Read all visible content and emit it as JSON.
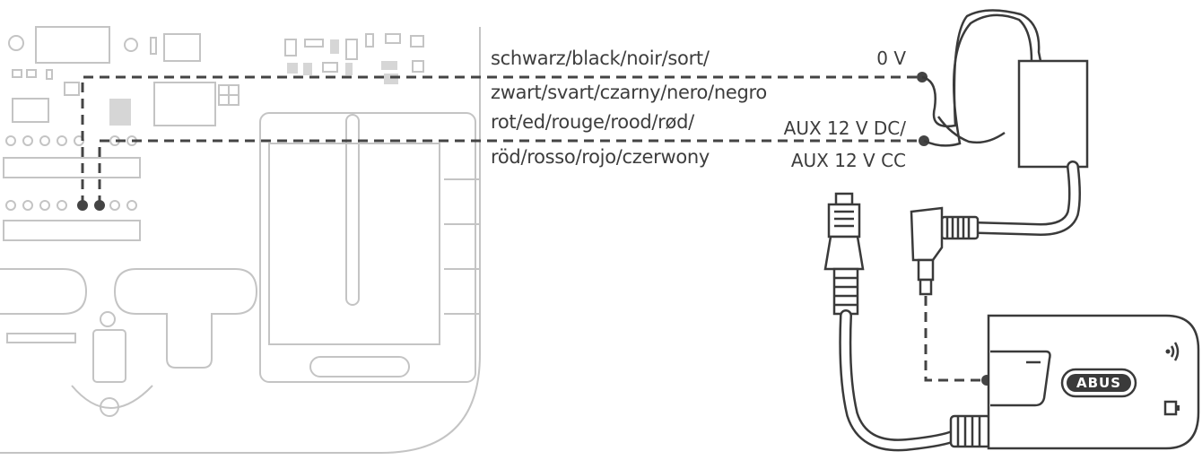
{
  "wiring": {
    "black_wire": {
      "colors_line1": "schwarz/black/noir/sort/",
      "colors_line2": "zwart/svart/czarny/nero/negro",
      "terminal": "0 V"
    },
    "red_wire": {
      "colors_line1": "rot/ed/rouge/rood/rød/",
      "colors_line2": "röd/rosso/rojo/czerwony",
      "terminal_line1": "AUX 12 V DC/",
      "terminal_line2": "AUX 12 V CC"
    }
  },
  "device": {
    "brand_label": "ABUS"
  },
  "icons": {
    "wifi": "wifi-icon",
    "power": "power-socket-icon"
  },
  "colors": {
    "wire": "#444444",
    "pcb_outline": "#c4c4c4",
    "device_outline": "#3a3a3a"
  }
}
